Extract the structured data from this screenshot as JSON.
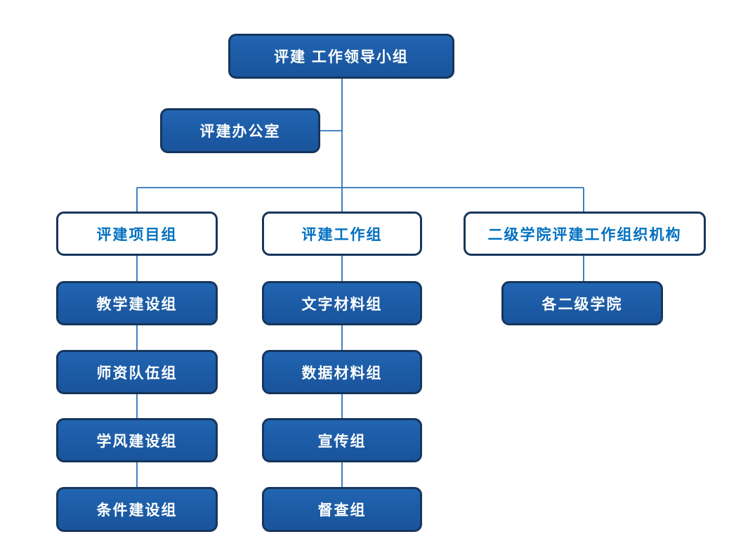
{
  "diagram": {
    "type": "org-chart",
    "nodes": {
      "leading_group": {
        "label": "评建 工作领导小组",
        "style": "filled"
      },
      "office": {
        "label": "评建办公室",
        "style": "filled"
      },
      "project_group": {
        "label": "评建项目组",
        "style": "outline"
      },
      "work_group": {
        "label": "评建工作组",
        "style": "outline"
      },
      "college_org": {
        "label": "二级学院评建工作组织机构",
        "style": "outline"
      },
      "teaching": {
        "label": "教学建设组",
        "style": "filled"
      },
      "faculty": {
        "label": "师资队伍组",
        "style": "filled"
      },
      "study_style": {
        "label": "学风建设组",
        "style": "filled"
      },
      "conditions": {
        "label": "条件建设组",
        "style": "filled"
      },
      "text_materials": {
        "label": "文字材料组",
        "style": "filled"
      },
      "data_materials": {
        "label": "数据材料组",
        "style": "filled"
      },
      "publicity": {
        "label": "宣传组",
        "style": "filled"
      },
      "supervision": {
        "label": "督查组",
        "style": "filled"
      },
      "colleges": {
        "label": "各二级学院",
        "style": "filled"
      }
    },
    "edges": [
      {
        "from": "leading_group",
        "to": "office"
      },
      {
        "from": "leading_group",
        "to": "project_group"
      },
      {
        "from": "leading_group",
        "to": "work_group"
      },
      {
        "from": "leading_group",
        "to": "college_org"
      },
      {
        "from": "project_group",
        "to": "teaching"
      },
      {
        "from": "teaching",
        "to": "faculty"
      },
      {
        "from": "faculty",
        "to": "study_style"
      },
      {
        "from": "study_style",
        "to": "conditions"
      },
      {
        "from": "work_group",
        "to": "text_materials"
      },
      {
        "from": "text_materials",
        "to": "data_materials"
      },
      {
        "from": "data_materials",
        "to": "publicity"
      },
      {
        "from": "publicity",
        "to": "supervision"
      },
      {
        "from": "college_org",
        "to": "colleges"
      }
    ],
    "colors": {
      "filled_box_fill": "#1C5BA5",
      "filled_box_fill_top": "#2265B2",
      "filled_box_fill_bottom": "#1A549C",
      "box_border": "#16365C",
      "outline_box_fill": "#FFFFFF",
      "outline_box_text": "#0070C0",
      "filled_box_text": "#FFFFFF",
      "connector": "#2E73B4"
    }
  }
}
